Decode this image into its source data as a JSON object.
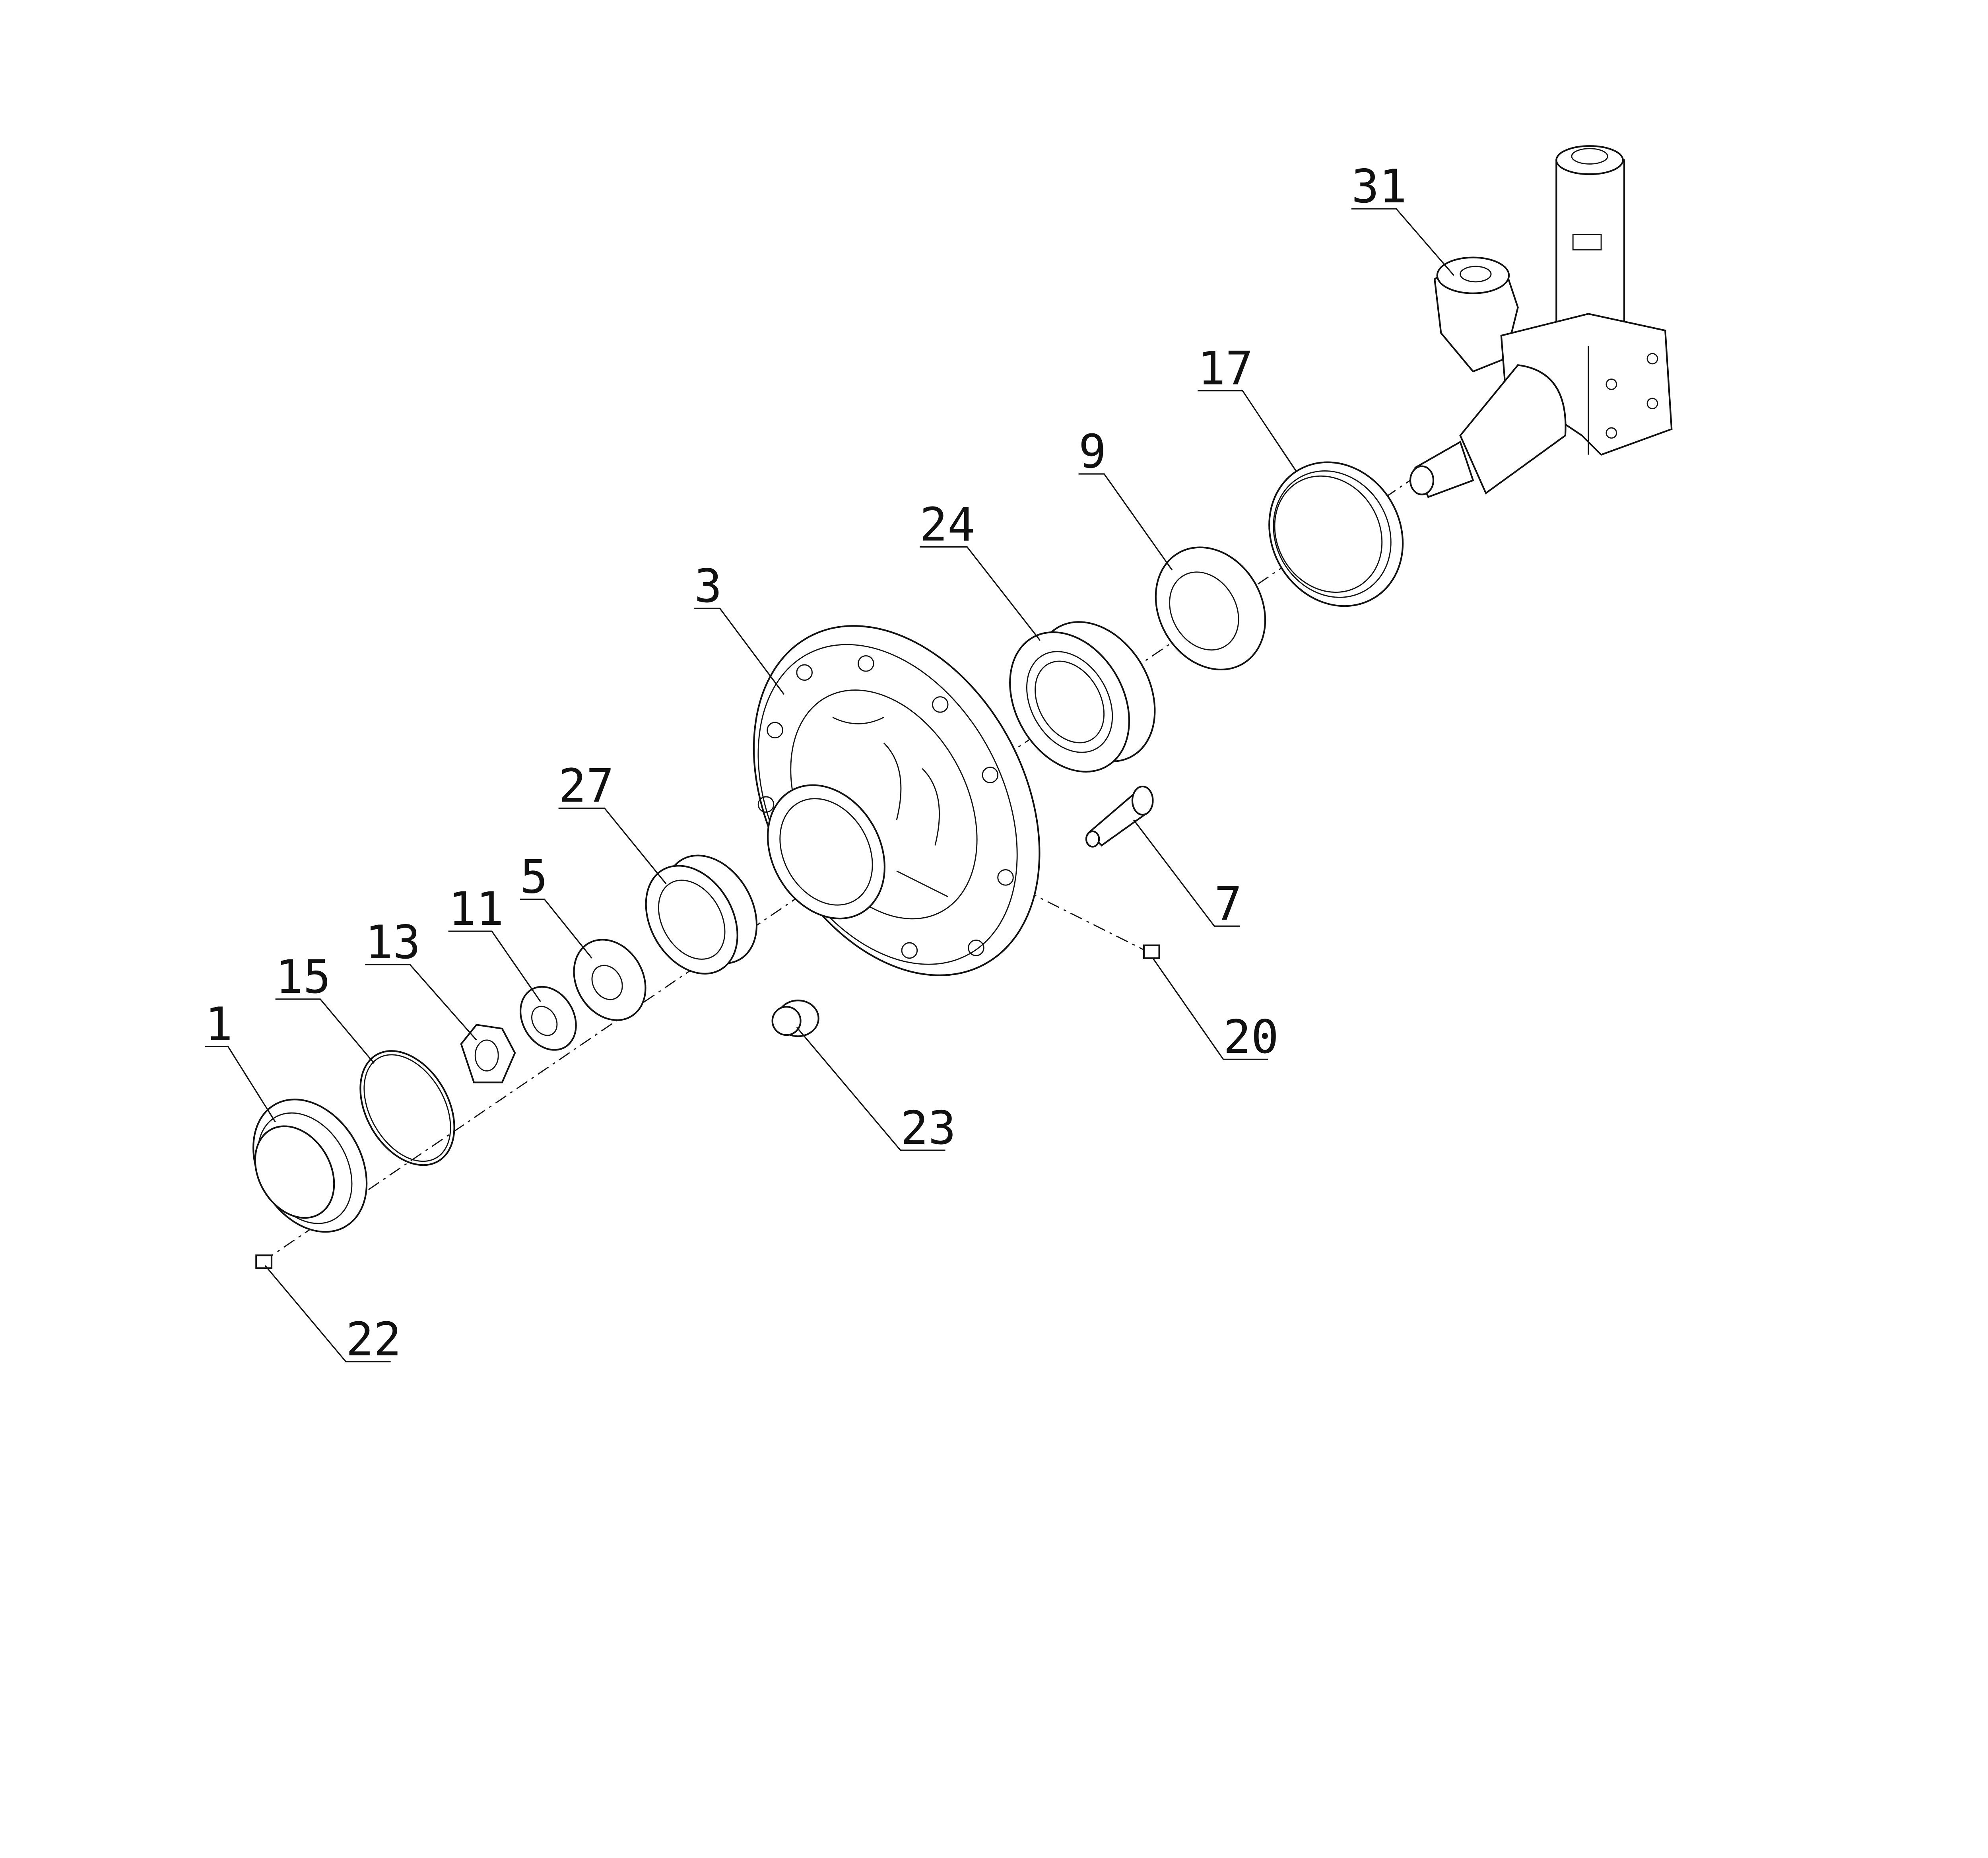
{
  "diagram": {
    "type": "exploded-parts-view",
    "callouts": [
      {
        "id": "31",
        "label": "31"
      },
      {
        "id": "17",
        "label": "17"
      },
      {
        "id": "9",
        "label": "9"
      },
      {
        "id": "24",
        "label": "24"
      },
      {
        "id": "3",
        "label": "3"
      },
      {
        "id": "27",
        "label": "27"
      },
      {
        "id": "5",
        "label": "5"
      },
      {
        "id": "11",
        "label": "11"
      },
      {
        "id": "13",
        "label": "13"
      },
      {
        "id": "15",
        "label": "15"
      },
      {
        "id": "1",
        "label": "1"
      },
      {
        "id": "22",
        "label": "22"
      },
      {
        "id": "23",
        "label": "23"
      },
      {
        "id": "7",
        "label": "7"
      },
      {
        "id": "20",
        "label": "20"
      }
    ],
    "colors": {
      "line": "#111111",
      "background": "#ffffff"
    }
  }
}
